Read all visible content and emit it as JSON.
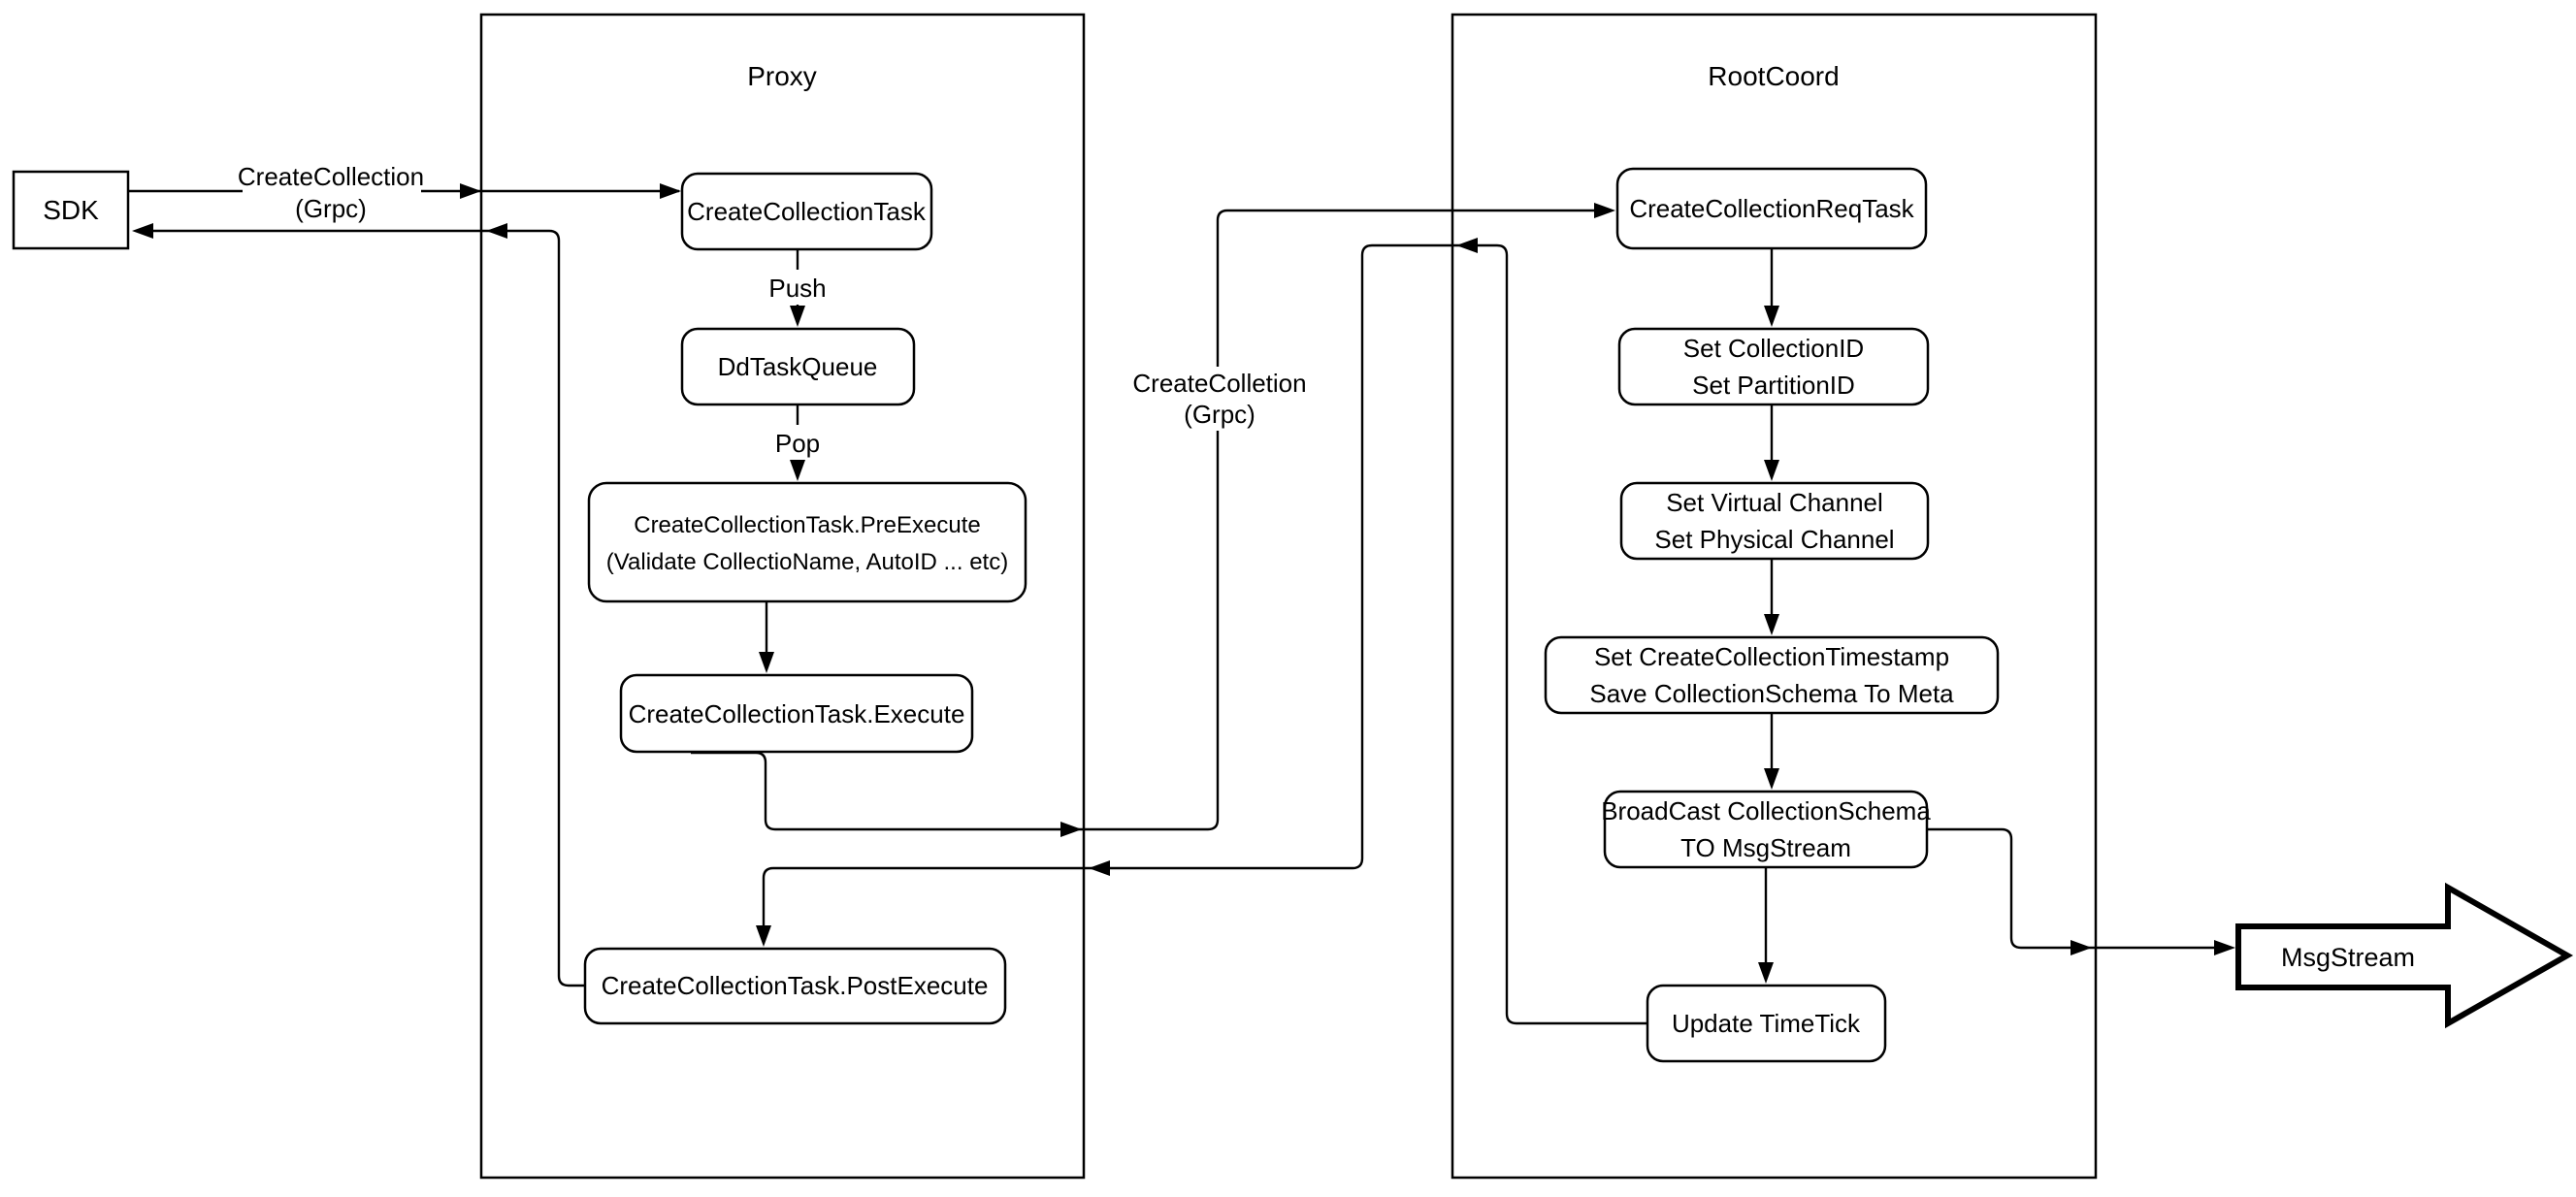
{
  "containers": {
    "proxy": {
      "label": "Proxy"
    },
    "rootcoord": {
      "label": "RootCoord"
    }
  },
  "nodes": {
    "sdk": {
      "label": "SDK"
    },
    "create_collection_task": {
      "label": "CreateCollectionTask"
    },
    "dd_task_queue": {
      "label": "DdTaskQueue"
    },
    "pre_execute": {
      "lines": [
        "CreateCollectionTask.PreExecute",
        "(Validate CollectioName, AutoID ... etc)"
      ]
    },
    "execute": {
      "label": "CreateCollectionTask.Execute"
    },
    "post_execute": {
      "label": "CreateCollectionTask.PostExecute"
    },
    "create_collection_req_task": {
      "label": "CreateCollectionReqTask"
    },
    "set_ids": {
      "lines": [
        "Set CollectionID",
        "Set PartitionID"
      ]
    },
    "set_channels": {
      "lines": [
        "Set Virtual Channel",
        "Set Physical Channel"
      ]
    },
    "set_timestamp": {
      "lines": [
        "Set CreateCollectionTimestamp",
        "Save CollectionSchema To Meta"
      ]
    },
    "broadcast": {
      "lines": [
        "BroadCast CollectionSchema",
        "TO MsgStream"
      ]
    },
    "update_timetick": {
      "label": "Update TimeTick"
    },
    "msgstream": {
      "label": "MsgStream"
    }
  },
  "edge_labels": {
    "sdk_to_proxy": {
      "lines": [
        "CreateCollection",
        "(Grpc)"
      ]
    },
    "push": {
      "label": "Push"
    },
    "pop": {
      "label": "Pop"
    },
    "proxy_to_rootcoord": {
      "lines": [
        "CreateColletion",
        "(Grpc)"
      ]
    }
  },
  "colors": {
    "line": "#000000",
    "background": "#ffffff"
  }
}
